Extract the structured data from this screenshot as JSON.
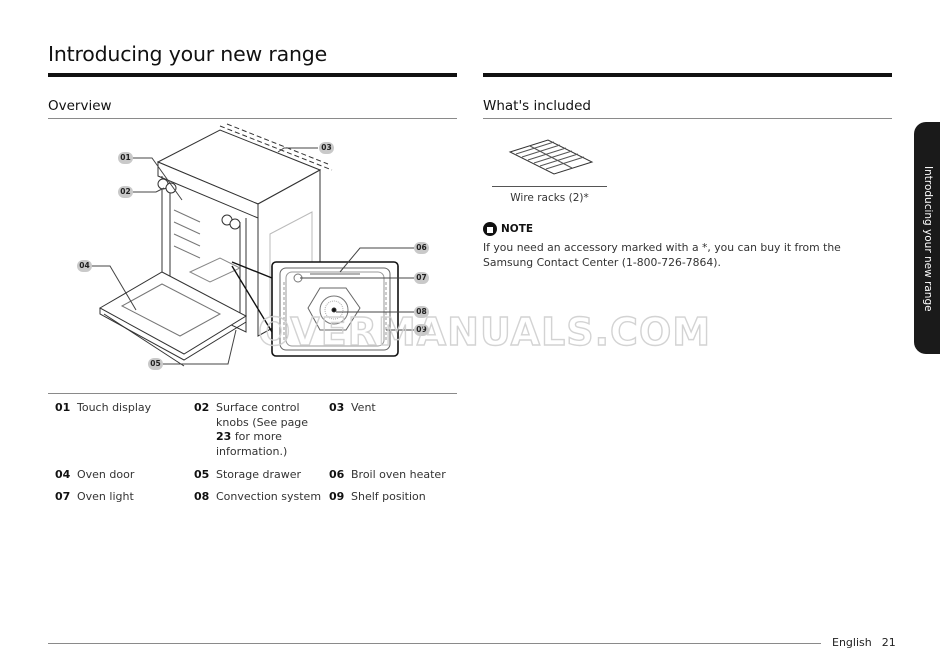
{
  "page": {
    "title": "Introducing your new range",
    "side_tab": "Introducing your new range",
    "footer": {
      "language": "English",
      "page_number": "21"
    },
    "watermark": "OVERMANUALS.COM"
  },
  "overview": {
    "heading": "Overview",
    "callouts": [
      "01",
      "02",
      "03",
      "04",
      "05",
      "06",
      "07",
      "08",
      "09"
    ],
    "parts": [
      {
        "num": "01",
        "label": "Touch display"
      },
      {
        "num": "02",
        "label_pre": "Surface control knobs (See page",
        "page_ref": "23",
        "label_post": "for more information.)"
      },
      {
        "num": "03",
        "label": "Vent"
      },
      {
        "num": "04",
        "label": "Oven door"
      },
      {
        "num": "05",
        "label": "Storage drawer"
      },
      {
        "num": "06",
        "label": "Broil oven heater"
      },
      {
        "num": "07",
        "label": "Oven light"
      },
      {
        "num": "08",
        "label": "Convection system"
      },
      {
        "num": "09",
        "label": "Shelf position"
      }
    ]
  },
  "included": {
    "heading": "What's included",
    "items": [
      {
        "icon": "wire-rack-icon",
        "caption": "Wire racks (2)*"
      }
    ],
    "note": {
      "icon": "note-icon",
      "heading": "NOTE",
      "text": "If you need an accessory marked with a *, you can buy it from the Samsung Contact Center (1-800-726-7864)."
    }
  }
}
